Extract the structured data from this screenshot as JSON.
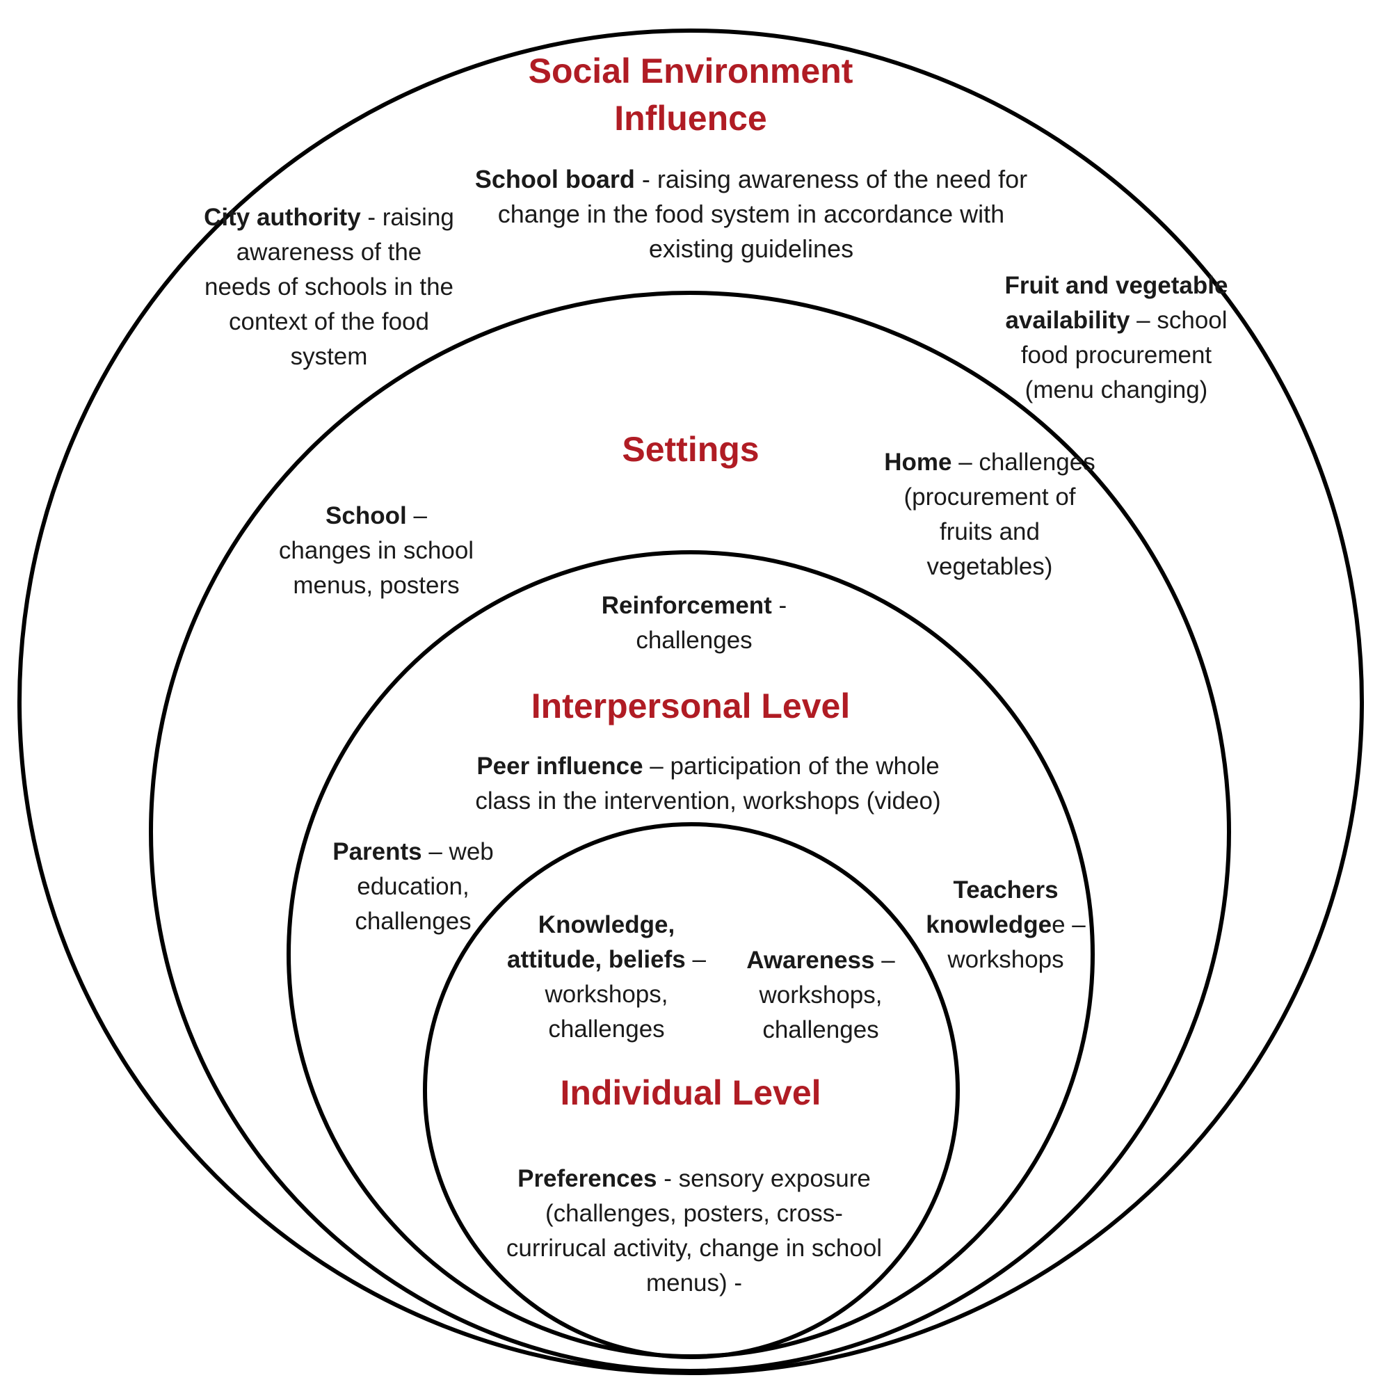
{
  "colors": {
    "title": "#b01c24",
    "text": "#1a1a1a",
    "ring": "#000000"
  },
  "levels": {
    "social": {
      "title_line1": "Social Environment",
      "title_line2": "Influence",
      "items": {
        "school_board": {
          "term": "School board",
          "desc": " - raising awareness of the need for change in the food system in accordance with existing guidelines"
        },
        "city_authority": {
          "term": "City authority",
          "desc": " - raising awareness of the needs of schools in the context of the food system"
        },
        "fruit_veg": {
          "term": "Fruit and vegetable availability",
          "desc": " – school food procurement (menu changing)"
        }
      }
    },
    "settings": {
      "title": "Settings",
      "items": {
        "school": {
          "term": "School",
          "desc": " – changes in school menus, posters"
        },
        "home": {
          "term": "Home",
          "desc": " – challenges (procurement of fruits and vegetables)"
        }
      }
    },
    "interpersonal": {
      "title": "Interpersonal Level",
      "items": {
        "reinforcement": {
          "term": "Reinforcement",
          "desc": " - challenges"
        },
        "peer": {
          "term": "Peer influence",
          "desc": " – participation of the whole class in the intervention, workshops (video)"
        },
        "parents": {
          "term": "Parents",
          "desc": " – web education, challenges"
        },
        "teachers": {
          "term": "Teachers knowledge",
          "desc": "e – workshops"
        }
      }
    },
    "individual": {
      "title": "Individual Level",
      "items": {
        "knowledge": {
          "term": "Knowledge, attitude, beliefs",
          "desc": " – workshops, challenges"
        },
        "awareness": {
          "term": "Awareness",
          "desc": " – workshops, challenges"
        },
        "preferences": {
          "term": "Preferences",
          "desc": " - sensory exposure (challenges, posters, cross-currirucal activity, change in school menus) -"
        }
      }
    }
  }
}
